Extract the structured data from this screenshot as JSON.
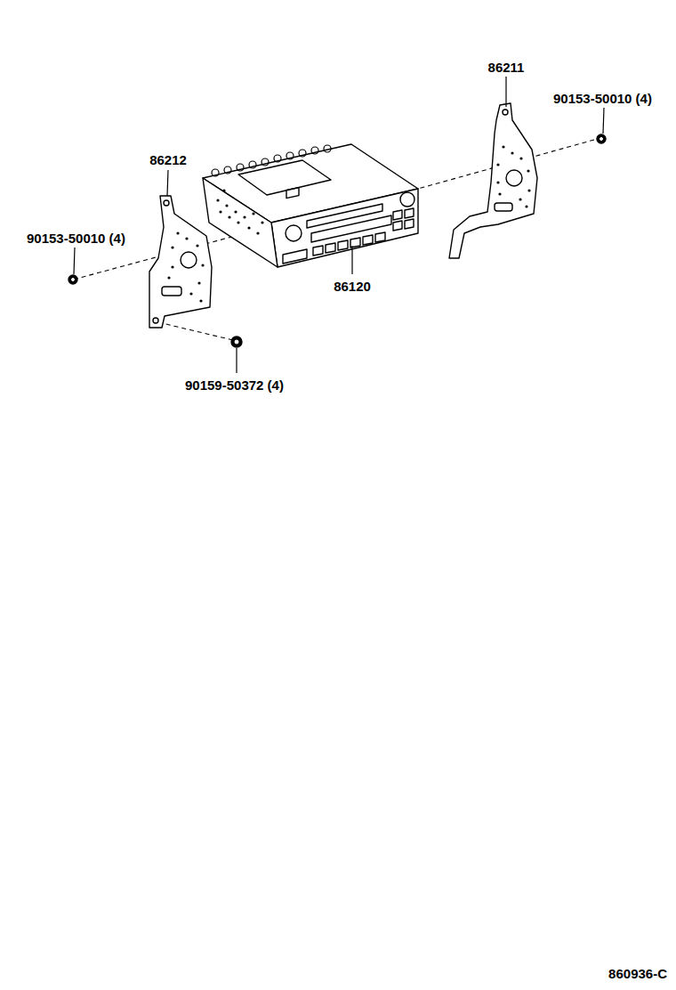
{
  "diagram": {
    "labels": [
      "86211",
      "90153-50010 (4)",
      "86212",
      "90153-50010 (4)",
      "86120",
      "90159-50372 (4)",
      "860936-C"
    ]
  }
}
